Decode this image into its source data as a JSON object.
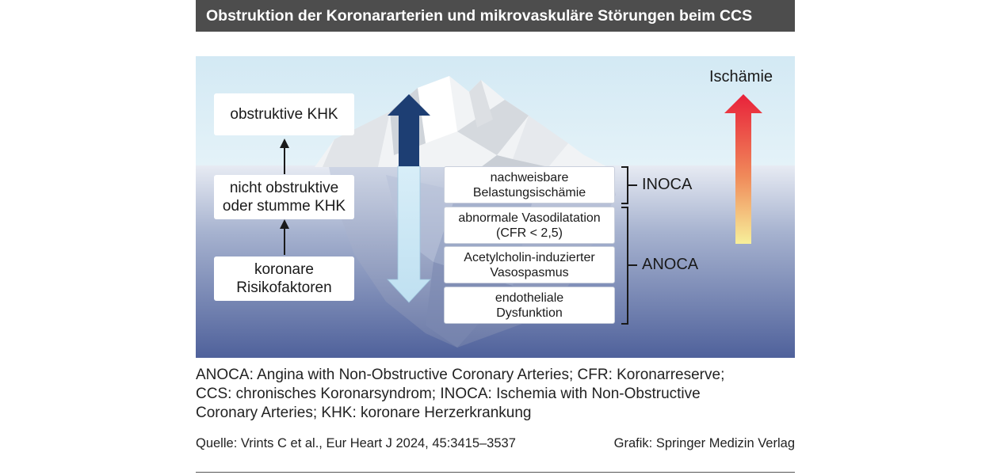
{
  "title": "Obstruktion der Koronararterien und mikrovaskuläre Störungen beim CCS",
  "left_boxes": [
    {
      "lines": [
        "obstruktive KHK"
      ]
    },
    {
      "lines": [
        "nicht obstruktive",
        "oder stumme KHK"
      ]
    },
    {
      "lines": [
        "koronare",
        "Risikofaktoren"
      ]
    }
  ],
  "right_boxes": [
    {
      "lines": [
        "nachweisbare",
        "Belastungsischämie"
      ]
    },
    {
      "lines": [
        "abnormale Vasodilatation",
        "(CFR < 2,5)"
      ]
    },
    {
      "lines": [
        "Acetylcholin-induzierter",
        "Vasospasmus"
      ]
    },
    {
      "lines": [
        "endotheliale",
        "Dysfunktion"
      ]
    }
  ],
  "brackets": {
    "inoca": "INOCA",
    "anoca": "ANOCA"
  },
  "ischemia_label": "Ischämie",
  "legend_lines": [
    "ANOCA: Angina with Non-Obstructive Coronary Arteries; CFR: Koronarreserve;",
    "CCS: chronisches Koronarsyndrom; INOCA: Ischemia with Non-Obstructive",
    "Coronary Arteries; KHK: koronare Herzerkrankung"
  ],
  "source": "Quelle: Vrints C et al., Eur Heart J 2024, 45:3415–3537",
  "credit": "Grafik: Springer Medizin Verlag",
  "colors": {
    "sky": "#d9ecf5",
    "water_top": "#e6eaf3",
    "water_bottom": "#4f619b",
    "arrow_dark": "#1d3e73",
    "arrow_light": "#cfe8f5",
    "ischemia_top": "#e8213a",
    "ischemia_bottom": "#f7ef9a"
  }
}
